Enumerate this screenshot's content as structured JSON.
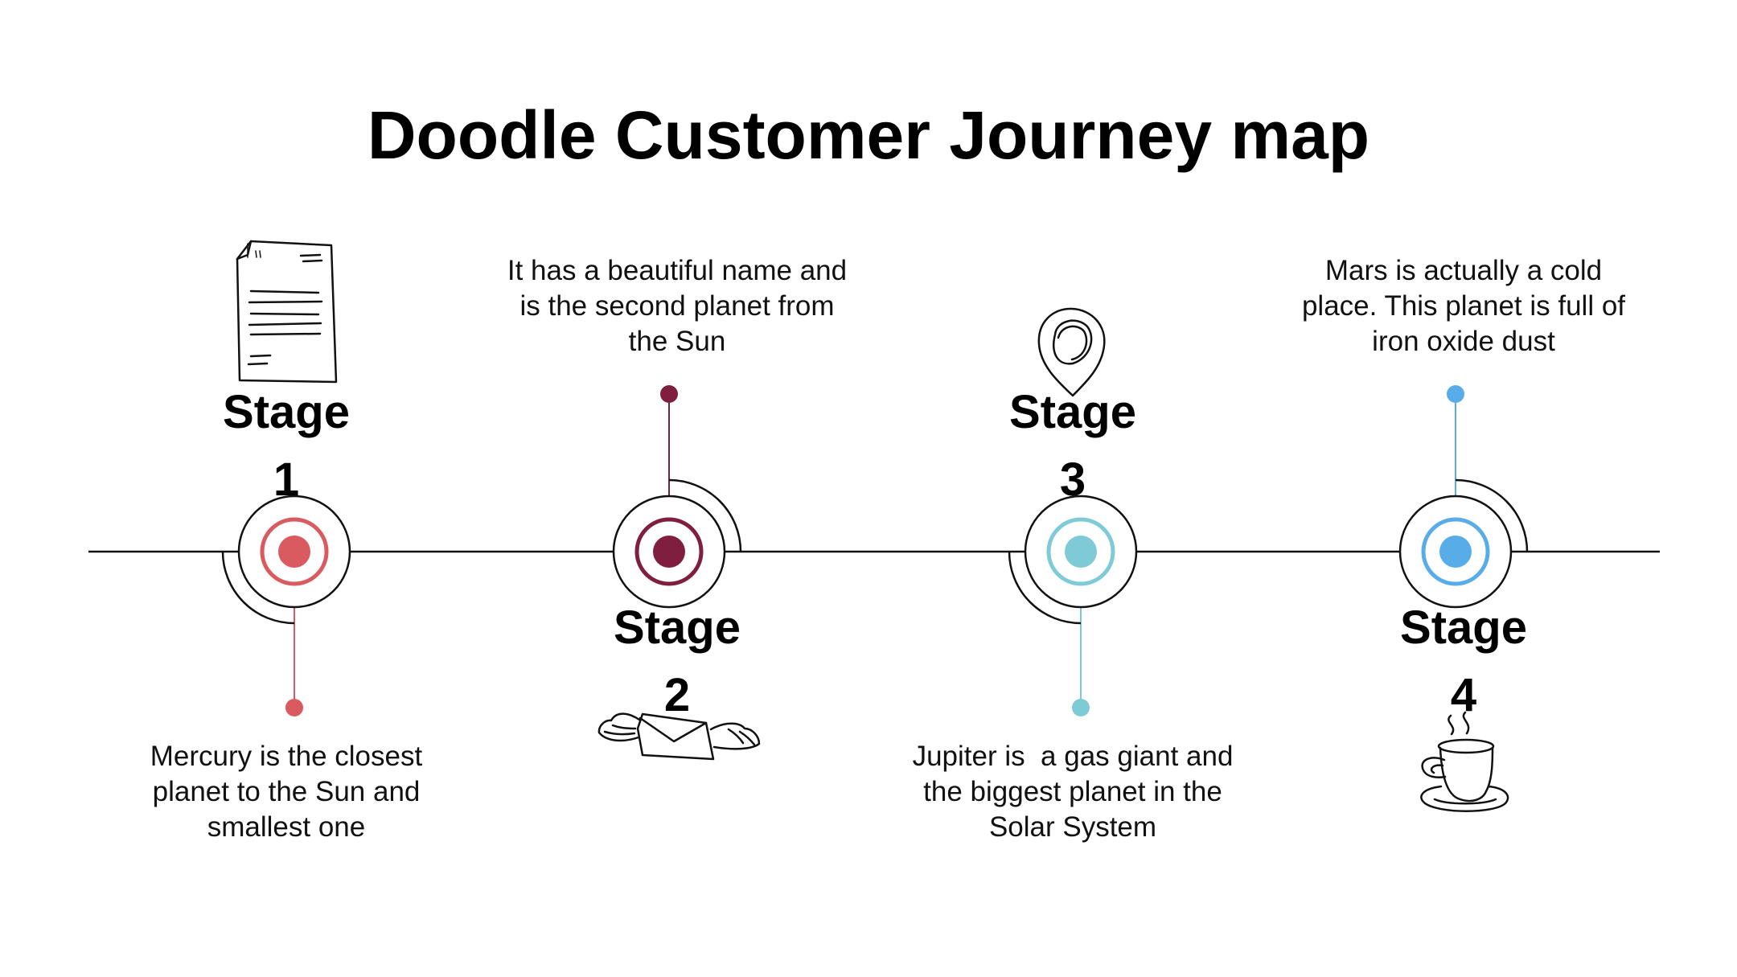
{
  "title": "Doodle Customer Journey map",
  "stages": [
    {
      "label": "Stage",
      "number": "1",
      "description_lines": [
        "Mercury is the closest",
        "planet to the Sun and",
        "smallest one"
      ],
      "color": "#d95a5f",
      "icon": "document-icon"
    },
    {
      "label": "Stage",
      "number": "2",
      "description_lines": [
        "It has a beautiful name and",
        "is the second planet from",
        "the Sun"
      ],
      "color": "#7f1e3e",
      "icon": "winged-envelope-icon"
    },
    {
      "label": "Stage",
      "number": "3",
      "description_lines": [
        "Jupiter is  a gas giant and",
        "the biggest planet in the",
        "Solar System"
      ],
      "color": "#7ecbd7",
      "icon": "map-pin-icon"
    },
    {
      "label": "Stage",
      "number": "4",
      "description_lines": [
        "Mars is actually a cold",
        "place. This planet is full of",
        "iron oxide dust"
      ],
      "color": "#58ade9",
      "icon": "coffee-cup-icon"
    }
  ]
}
